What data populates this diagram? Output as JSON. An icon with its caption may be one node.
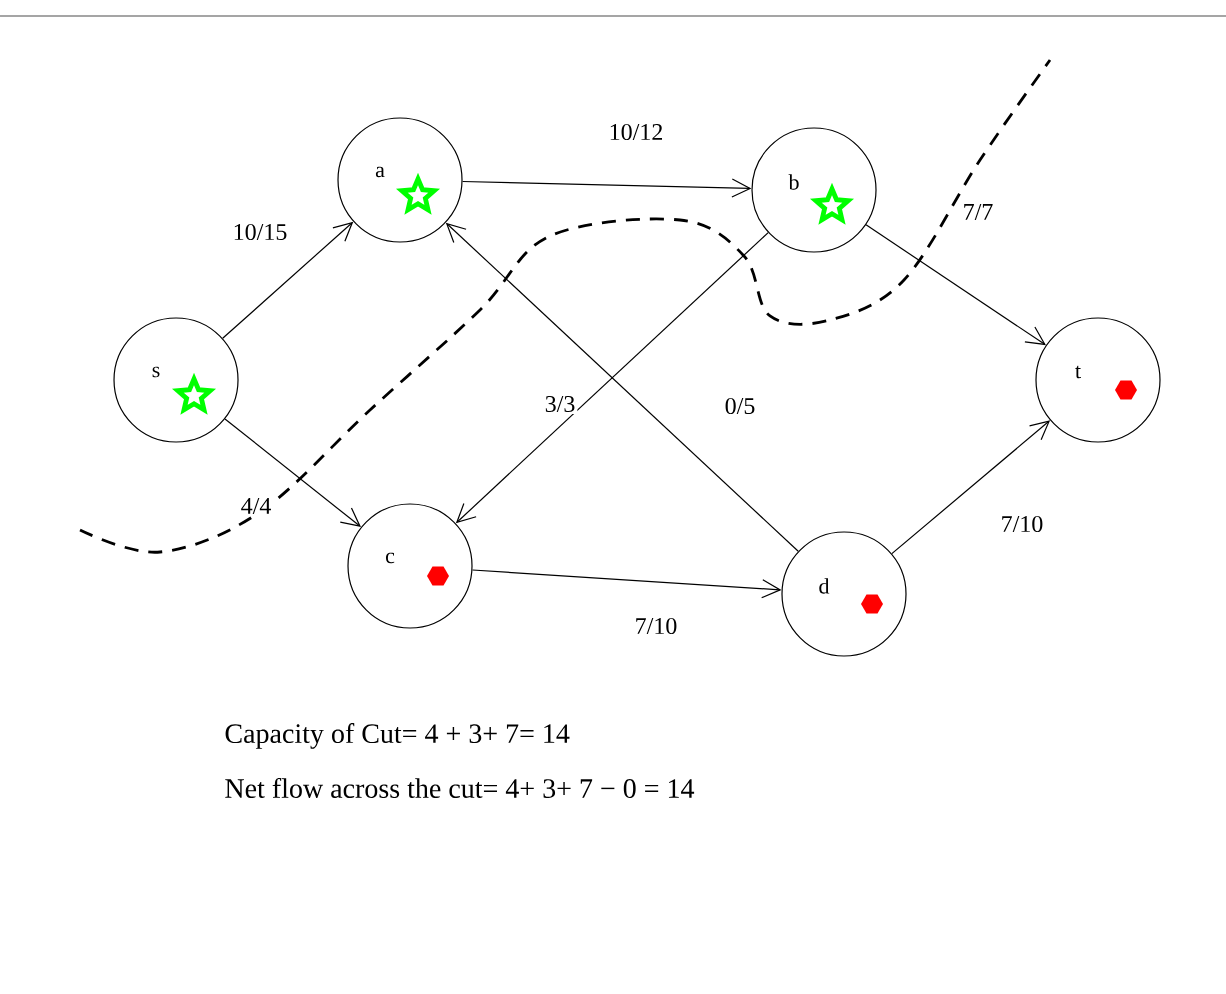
{
  "diagram": {
    "nodes": [
      {
        "text": [
          "s"
        ]
      },
      {
        "text": [
          "a"
        ]
      },
      {
        "text": [
          "b"
        ]
      },
      {
        "text": [
          "t"
        ]
      },
      {
        "text": [
          "c"
        ]
      },
      {
        "text": [
          "d"
        ]
      }
    ],
    "edges": [
      {
        "from": 0,
        "to": 1,
        "arrow": "to",
        "label": "10/15"
      },
      {
        "from": 1,
        "to": 2,
        "arrow": "to",
        "label": "10/12"
      },
      {
        "from": 0,
        "to": 4,
        "arrow": "to",
        "label": "4/4"
      },
      {
        "from": 2,
        "to": 4,
        "arrow": "to",
        "label": "3/3"
      },
      {
        "from": 5,
        "to": 1,
        "arrow": "to",
        "label": "0/5"
      },
      {
        "from": 2,
        "to": 3,
        "arrow": "to",
        "label": "7/7"
      },
      {
        "from": 4,
        "to": 5,
        "arrow": "to",
        "label": "7/10"
      },
      {
        "from": 5,
        "to": 3,
        "arrow": "to",
        "label": "7/10"
      }
    ],
    "labels": [
      "Capacity of Cut= 4 + 3+ 7= 14",
      "Net flow across the cut= 4+ 3+ 7 − 0 = 14"
    ]
  }
}
